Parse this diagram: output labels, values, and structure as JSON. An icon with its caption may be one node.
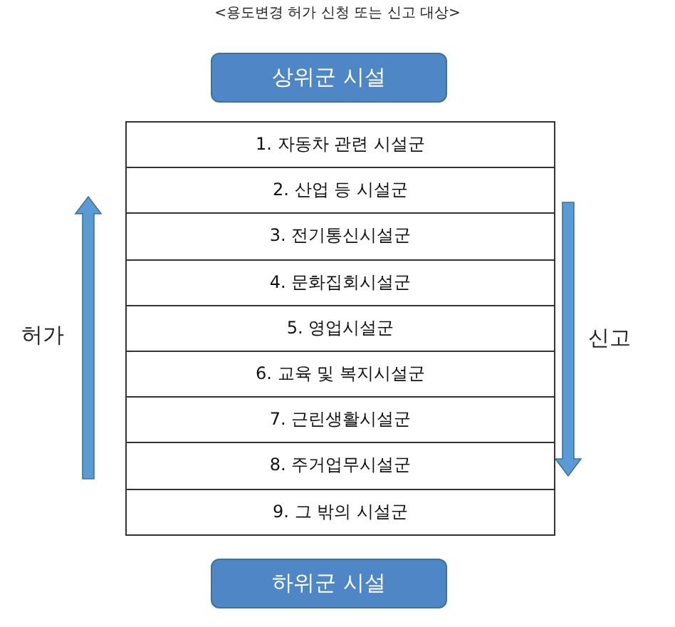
{
  "diagram": {
    "title": "<용도변경 허가 신청 또는 신고 대상>",
    "nodes": [
      {
        "text": [
          "상위군 시설"
        ]
      },
      {
        "text": [
          "1. 자동차 관련 시설군"
        ]
      },
      {
        "text": [
          "2. 산업 등 시설군"
        ]
      },
      {
        "text": [
          "3. 전기통신시설군"
        ]
      },
      {
        "text": [
          "4. 문화집회시설군"
        ]
      },
      {
        "text": [
          "5. 영업시설군"
        ]
      },
      {
        "text": [
          "6. 교육 및 복지시설군"
        ]
      },
      {
        "text": [
          "7. 근린생활시설군"
        ]
      },
      {
        "text": [
          "8. 주거업무시설군"
        ]
      },
      {
        "text": [
          "9. 그 밖의 시설군"
        ]
      },
      {
        "text": [
          "하위군 시설"
        ]
      }
    ],
    "labels": [
      "허가",
      "신고"
    ]
  }
}
